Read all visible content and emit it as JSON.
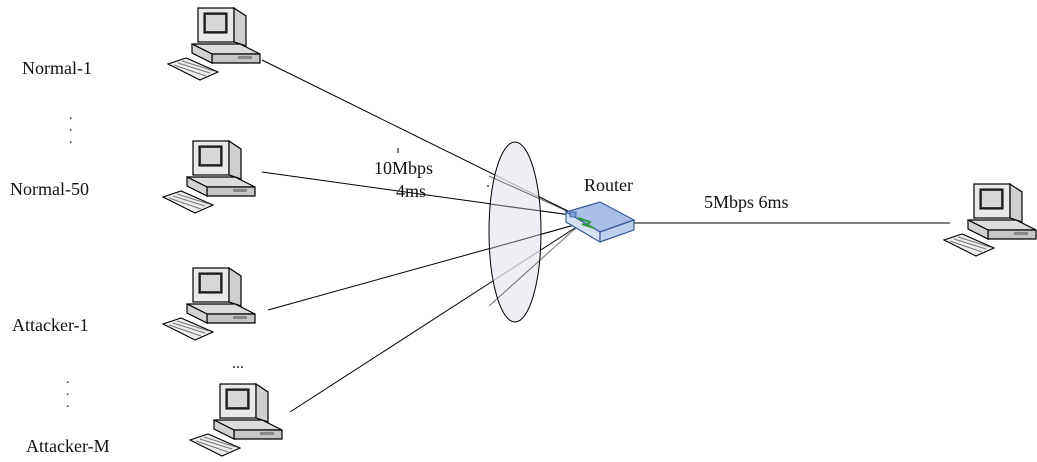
{
  "nodes": {
    "normal_1": "Normal-1",
    "normal_50": "Normal-50",
    "attacker_1": "Attacker-1",
    "attacker_m": "Attacker-M",
    "router": "Router"
  },
  "links": {
    "access_bandwidth": "10Mbps",
    "access_delay": "4ms",
    "bottleneck": "5Mbps 6ms"
  },
  "ellipsis": {
    "vertical": ".\n.\n.",
    "horizontal": "..."
  },
  "colors": {
    "line": "#000000",
    "ellipse_fill": "#e8e9f2",
    "router_body": "#c9d8ef",
    "router_top": "#9fb9e3",
    "router_accent": "#2e9a3c",
    "monitor": "#e6e6e6",
    "screen": "#3a3a3a"
  }
}
